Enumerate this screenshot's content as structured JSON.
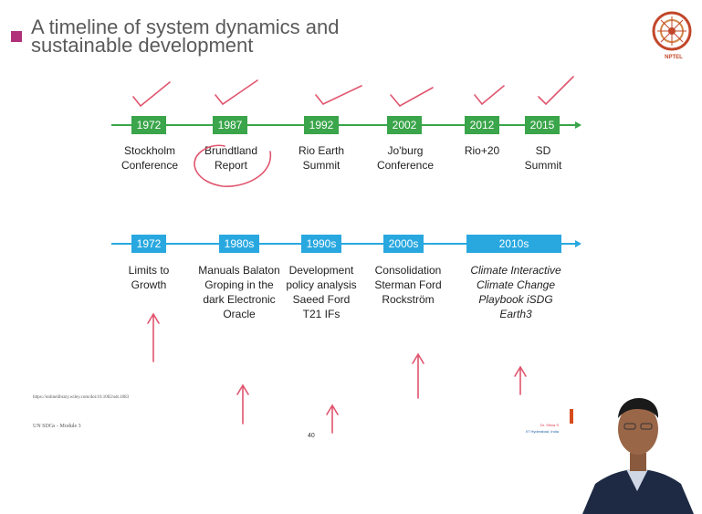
{
  "slide": {
    "title": "A timeline of system dynamics and sustainable development",
    "logo_text": "NPTEL",
    "page_number": "40",
    "footer_left": "UN SDGs - Module 3",
    "reference_url": "https://onlinelibrary.wiley.com/doi/10.1002/sdr.1083",
    "credit_name": "Dr. Shiva S",
    "credit_affiliation": "IIT Hyderabad, India"
  },
  "sd_timeline": {
    "color": "#3aa54a",
    "events": [
      {
        "year": "1972",
        "label": "Stockholm Conference"
      },
      {
        "year": "1987",
        "label": "Brundtland Report"
      },
      {
        "year": "1992",
        "label": "Rio Earth Summit"
      },
      {
        "year": "2002",
        "label": "Jo'burg Conference"
      },
      {
        "year": "2012",
        "label": "Rio+20"
      },
      {
        "year": "2015",
        "label": "SD Summit"
      }
    ]
  },
  "sysdyn_timeline": {
    "color": "#29a8e0",
    "events": [
      {
        "year": "1972",
        "label": "Limits to Growth"
      },
      {
        "year": "1980s",
        "label": "Manuals Balaton Groping in the dark Electronic Oracle"
      },
      {
        "year": "1990s",
        "label": "Development policy analysis Saeed Ford T21 IFs"
      },
      {
        "year": "2000s",
        "label": "Consolidation Sterman Ford Rockström"
      },
      {
        "year": "2010s",
        "label": "Climate Interactive Climate Change Playbook iSDG Earth3"
      }
    ]
  },
  "annotation_color": "#e0556e"
}
